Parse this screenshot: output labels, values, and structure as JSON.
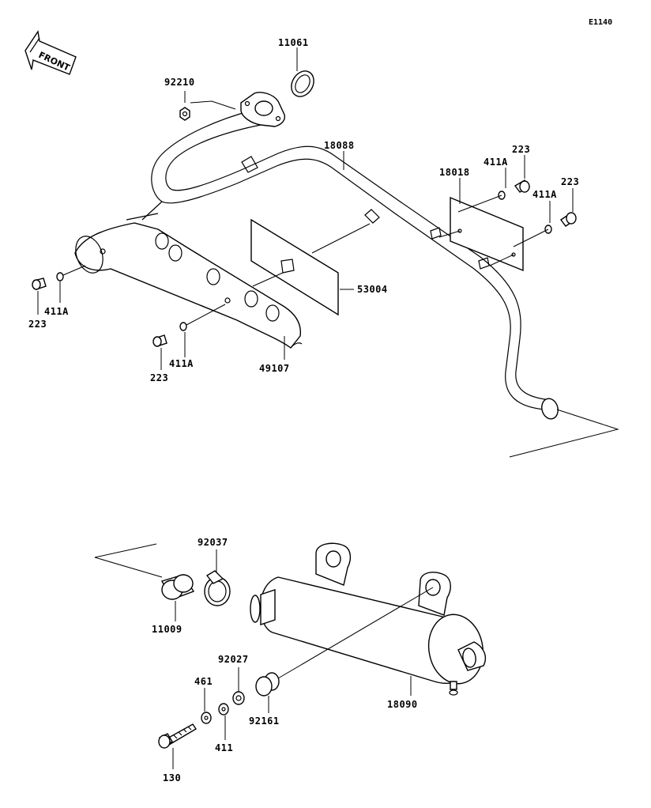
{
  "diagram_code": "E1140",
  "front_label": "FRONT",
  "parts": {
    "p11061": "11061",
    "p92210": "92210",
    "p18088": "18088",
    "p18018": "18018",
    "p223_a": "223",
    "p411A_a": "411A",
    "p223_b": "223",
    "p411A_b": "411A",
    "p53004": "53004",
    "p49107": "49107",
    "p223_c": "223",
    "p411A_c": "411A",
    "p223_d": "223",
    "p411A_d": "411A",
    "p92037": "92037",
    "p11009": "11009",
    "p92027": "92027",
    "p461": "461",
    "p411": "411",
    "p92161": "92161",
    "p18090": "18090",
    "p130": "130"
  }
}
